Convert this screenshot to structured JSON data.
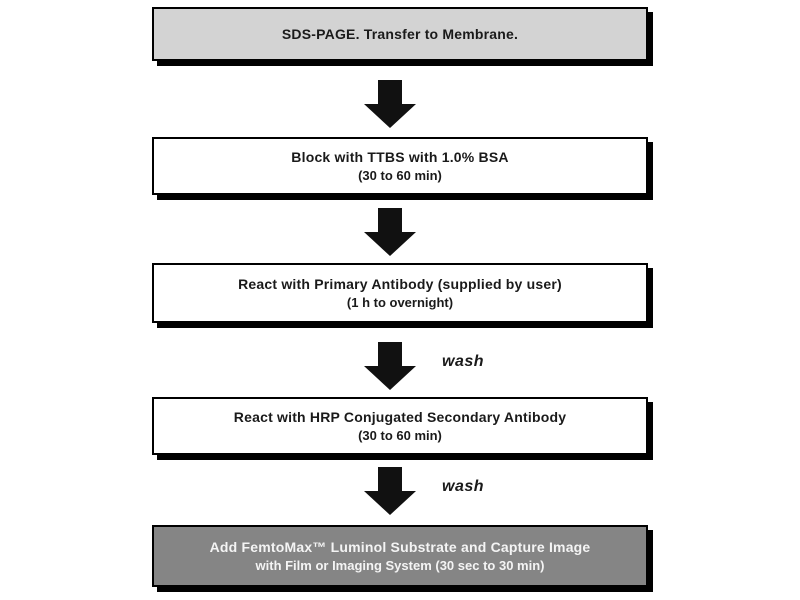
{
  "flowchart": {
    "description": "Western blot chemiluminescent detection protocol flowchart",
    "steps": [
      {
        "title": "SDS-PAGE.  Transfer to Membrane.",
        "subtitle": "",
        "variant": "gray"
      },
      {
        "title": "Block with TTBS with 1.0% BSA",
        "subtitle": "(30 to 60 min)",
        "variant": "white"
      },
      {
        "title": "React with Primary Antibody (supplied by user)",
        "subtitle": "(1 h to overnight)",
        "variant": "white"
      },
      {
        "title": "React with HRP Conjugated Secondary Antibody",
        "subtitle": "(30 to 60 min)",
        "variant": "white"
      },
      {
        "title": "Add FemtoMax™ Luminol Substrate and Capture Image",
        "subtitle": "with Film or Imaging System (30 sec to 30 min)",
        "variant": "dark"
      }
    ],
    "connectors": [
      {
        "label": ""
      },
      {
        "label": ""
      },
      {
        "label": "wash"
      },
      {
        "label": "wash"
      }
    ],
    "colors": {
      "box_gray": "#d3d3d3",
      "box_white": "#ffffff",
      "box_dark": "#858585",
      "border": "#000000",
      "shadow": "#000000",
      "arrow": "#111111",
      "text_dark": "#1a1a1a",
      "text_light": "#f4f4f4"
    }
  }
}
